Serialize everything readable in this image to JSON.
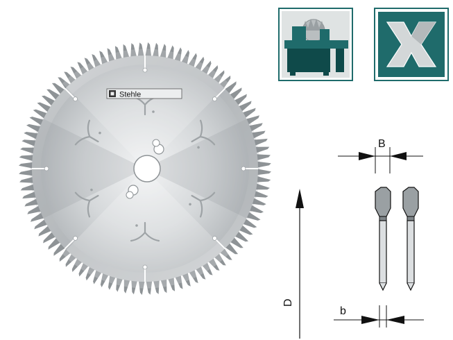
{
  "brand": {
    "logo_text": "Stehle"
  },
  "icons": [
    {
      "name": "table-saw-machine-icon",
      "bg": "#1f6b6b",
      "fg": "#0f4a4a"
    },
    {
      "name": "x-cut-icon",
      "bg": "#1f6b6b",
      "fg": "#cfd3d4"
    }
  ],
  "dimensions": {
    "kerf_label": "B",
    "body_label": "b",
    "diameter_label": "D"
  },
  "colors": {
    "blade_light": "#e4e6e7",
    "blade_dark": "#a9adb0",
    "teeth": "#8e9396",
    "icon_teal": "#1f6b6b",
    "ink": "#111111"
  }
}
